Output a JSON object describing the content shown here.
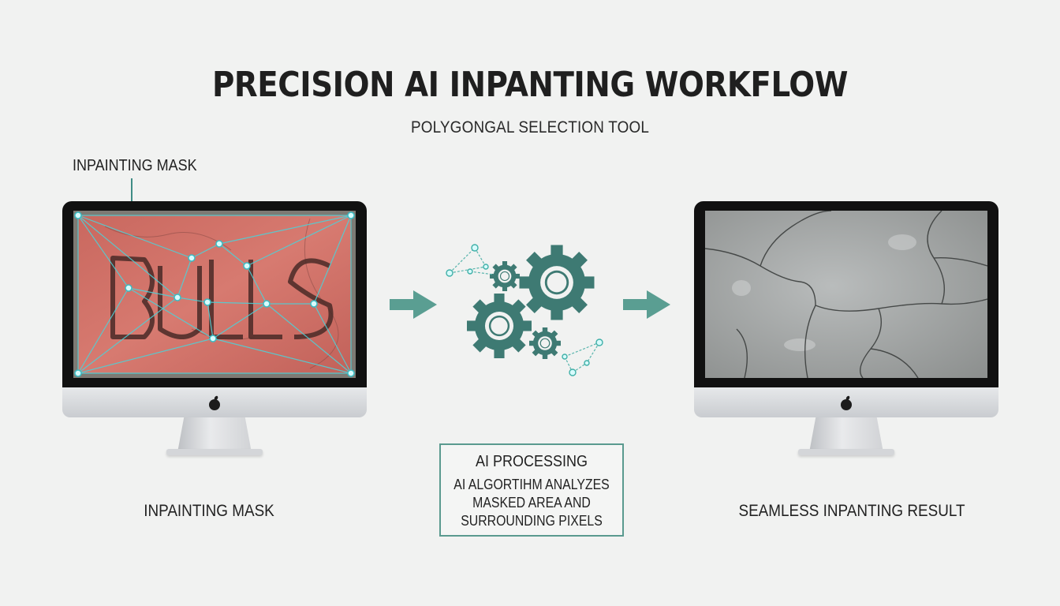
{
  "title": "PRECISION AI INPANTING WORKFLOW",
  "subtitle": "POLYGONGAL SELECTION TOOL",
  "callout_label": "INPAINTING MASK",
  "left_panel": {
    "caption": "INPAINTING MASK",
    "graffiti_text": "BULLS"
  },
  "processing": {
    "title": "AI PROCESSING",
    "body": [
      "AI ALGORTIHM ANALYZES",
      "MASKED AREA AND",
      "SURROUNDING PIXELS"
    ]
  },
  "right_panel": {
    "caption": "SEAMLESS INPANTING RESULT"
  },
  "colors": {
    "accent_teal": "#4f8f85",
    "mask_line": "#4fd0d6",
    "mask_fill": "#d4706a",
    "background": "#f1f2f1"
  }
}
